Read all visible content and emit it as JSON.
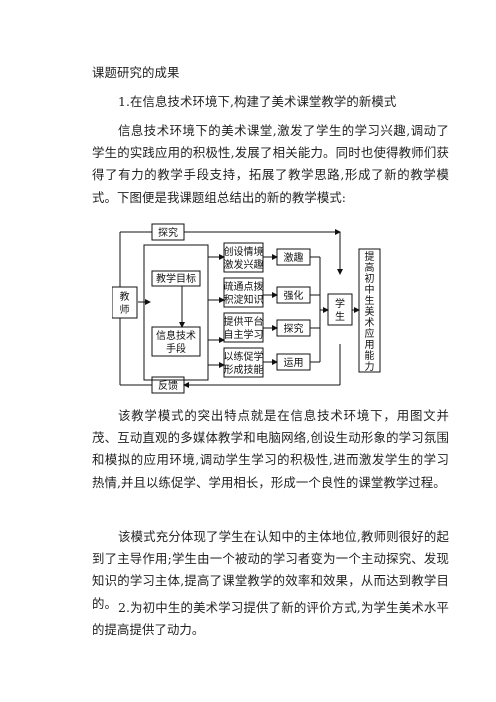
{
  "doc": {
    "heading": "课题研究的成果",
    "point1": "1.在信息技术环境下,构建了美术课堂教学的新模式",
    "para1": "信息技术环境下的美术课堂,激发了学生的学习兴趣,调动了学生的实践应用的积极性,发展了相关能力。同时也使得教师们获得了有力的教学手段支持，拓展了教学思路,形成了新的教学模式。下图便是我课题组总结出的新的教学模式:",
    "para2": "该教学模式的突出特点就是在信息技术环境下，用图文并茂、互动直观的多媒体教学和电脑网络,创设生动形象的学习氛围和模拟的应用环境,调动学生学习的积极性,进而激发学生的学习热情,并且以练促学、学用相长，形成一个良性的课堂教学过程。",
    "para3": "该模式充分体现了学生在认知中的主体地位,教师则很好的起到了主导作用;学生由一个被动的学习者变为一个主动探究、发现知识的学习主体,提高了课堂教学的效率和效果，从而达到教学目的。",
    "point2": "2.为初中生的美术学习提供了新的评价方式,为学生美术水平的提高提供了动力。"
  },
  "diagram": {
    "explore": "探究",
    "feedback": "反馈",
    "teacher": [
      "教",
      "师"
    ],
    "goal": "教学目标",
    "it_means": [
      "信息技术",
      "手段"
    ],
    "steps": [
      [
        "创设情境",
        "激发兴趣"
      ],
      [
        "疏通点拨",
        "积淀知识"
      ],
      [
        "提供平台",
        "自主学习"
      ],
      [
        "以练促学",
        "形成技能"
      ]
    ],
    "effects": [
      "激趣",
      "强化",
      "探究",
      "运用"
    ],
    "student": [
      "学",
      "生"
    ],
    "result": [
      "提",
      "高",
      "初",
      "中",
      "生",
      "美",
      "术",
      "应",
      "用",
      "能",
      "力"
    ]
  }
}
